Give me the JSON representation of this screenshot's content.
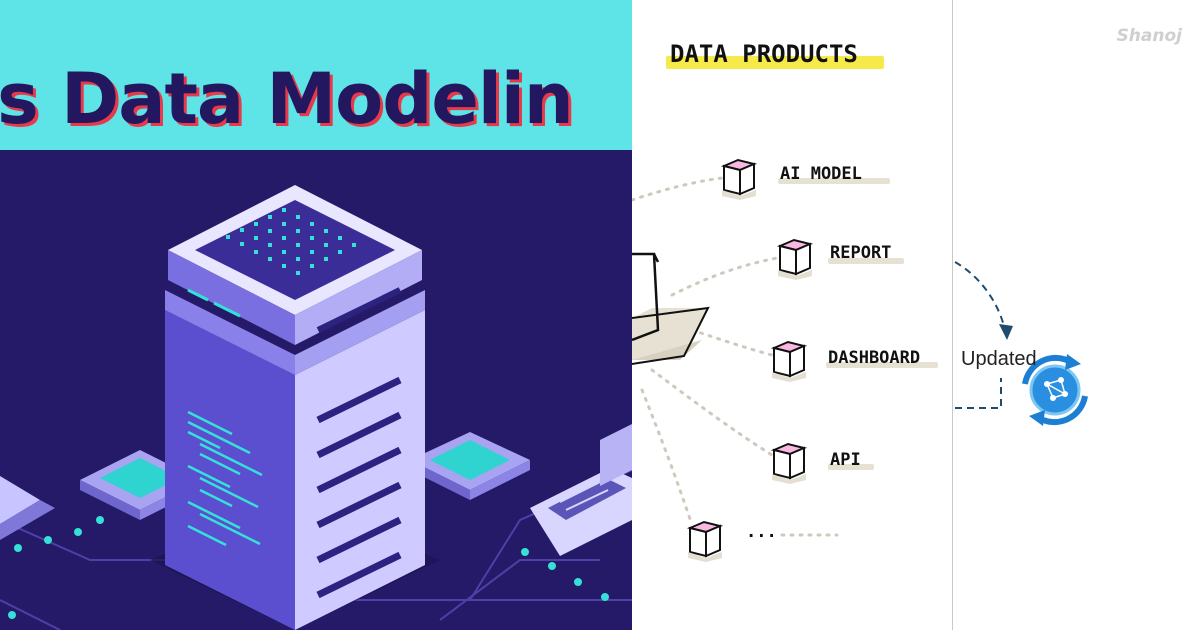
{
  "illustration": {
    "title": "at is Data Modelin",
    "colors": {
      "banner": "#5ee3e6",
      "background": "#251a67",
      "title_text": "#23185f",
      "title_shadow": "#e8394a"
    },
    "icons": [
      "server-tower-icon",
      "laptop-icon",
      "circuit-chip-icon"
    ]
  },
  "data_products": {
    "heading": "DATA PRODUCTS",
    "items": [
      {
        "label": "AI MODEL"
      },
      {
        "label": "REPORT"
      },
      {
        "label": "DASHBOARD"
      },
      {
        "label": "API"
      },
      {
        "label": "..."
      }
    ],
    "colors": {
      "cube": "#f9b8df",
      "highlight": "#f6e94a"
    }
  },
  "update_panel": {
    "watermark": "Shanoj",
    "status_label": "Updated",
    "icons": [
      "refresh-network-icon",
      "dashed-arrow-icon"
    ],
    "colors": {
      "arrow": "#1f4c6e",
      "icon": "#1d7fd4"
    }
  }
}
